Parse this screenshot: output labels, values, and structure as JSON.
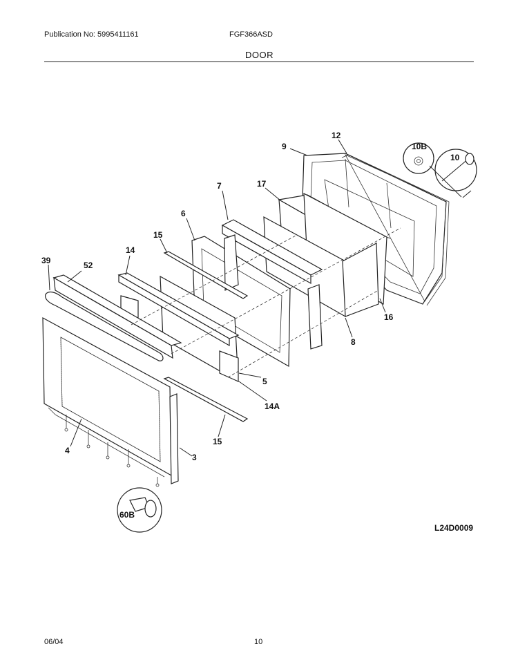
{
  "header": {
    "publication": "Publication No: 5995411161",
    "model": "FGF366ASD",
    "section": "DOOR"
  },
  "callouts": {
    "c39": "39",
    "c52": "52",
    "c14": "14",
    "c15a": "15",
    "c6": "6",
    "c7": "7",
    "c17": "17",
    "c9": "9",
    "c12": "12",
    "c10B": "10B",
    "c10": "10",
    "c16": "16",
    "c8": "8",
    "c5": "5",
    "c14A": "14A",
    "c15b": "15",
    "c4": "4",
    "c3": "3",
    "c60B": "60B"
  },
  "drawing_code": "L24D0009",
  "footer": {
    "date": "06/04",
    "page": "10"
  }
}
